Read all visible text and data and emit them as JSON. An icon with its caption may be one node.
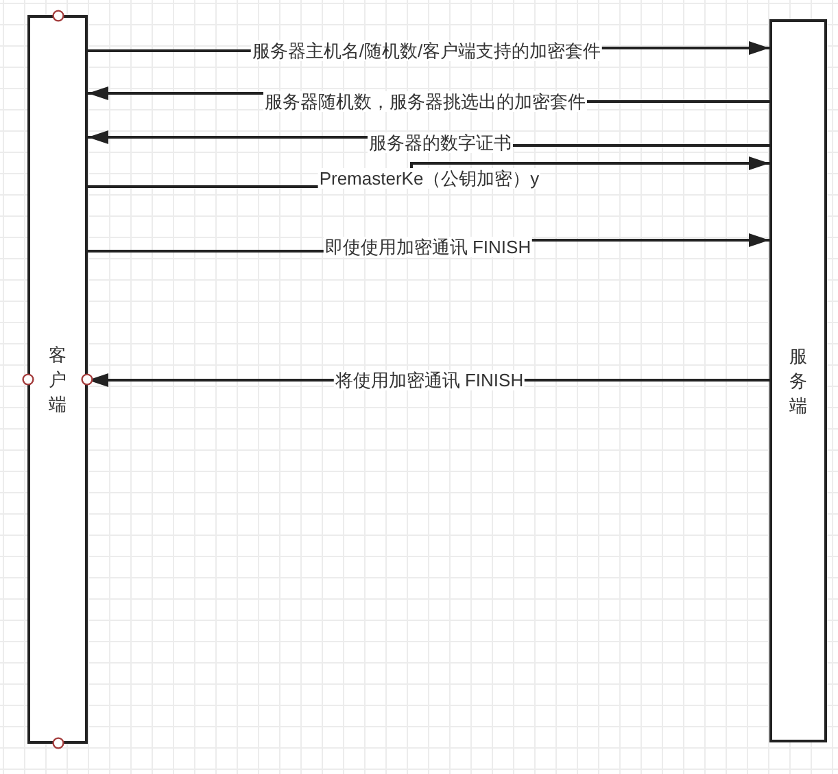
{
  "diagram": {
    "nodes": [
      {
        "text": [
          "客户端"
        ]
      },
      {
        "text": [
          "服务端"
        ]
      }
    ],
    "edges": [
      {
        "from": 0,
        "to": 1,
        "arrow": "to",
        "label": "服务器主机名/随机数/客户端支持的加密套件"
      },
      {
        "from": 1,
        "to": 0,
        "arrow": "to",
        "label": "服务器随机数，服务器挑选出的加密套件"
      },
      {
        "from": 1,
        "to": 0,
        "arrow": "to",
        "label": "服务器的数字证书"
      },
      {
        "from": 0,
        "to": 1,
        "arrow": "to",
        "label": "PremasterKe（公钥加密）y"
      },
      {
        "from": 0,
        "to": 1,
        "arrow": "to",
        "label": "即使使用加密通讯 FINISH"
      },
      {
        "from": 1,
        "to": 0,
        "arrow": "to",
        "label": "将使用加密通讯 FINISH"
      }
    ]
  }
}
